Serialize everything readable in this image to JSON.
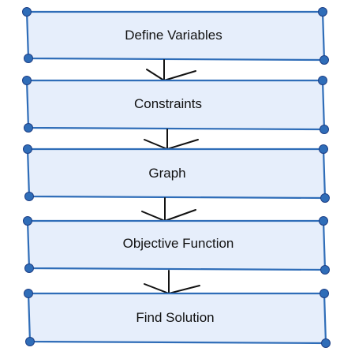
{
  "diagram": {
    "steps": [
      {
        "label": "Define Variables"
      },
      {
        "label": "Constraints"
      },
      {
        "label": "Graph"
      },
      {
        "label": "Objective Function"
      },
      {
        "label": "Find Solution"
      }
    ]
  },
  "colors": {
    "box_fill": "#e6eefb",
    "box_border": "#2f6db8",
    "handle_fill": "#2f6db8",
    "handle_stroke": "#1d3f86",
    "arrow": "#111111",
    "text": "#111111"
  }
}
